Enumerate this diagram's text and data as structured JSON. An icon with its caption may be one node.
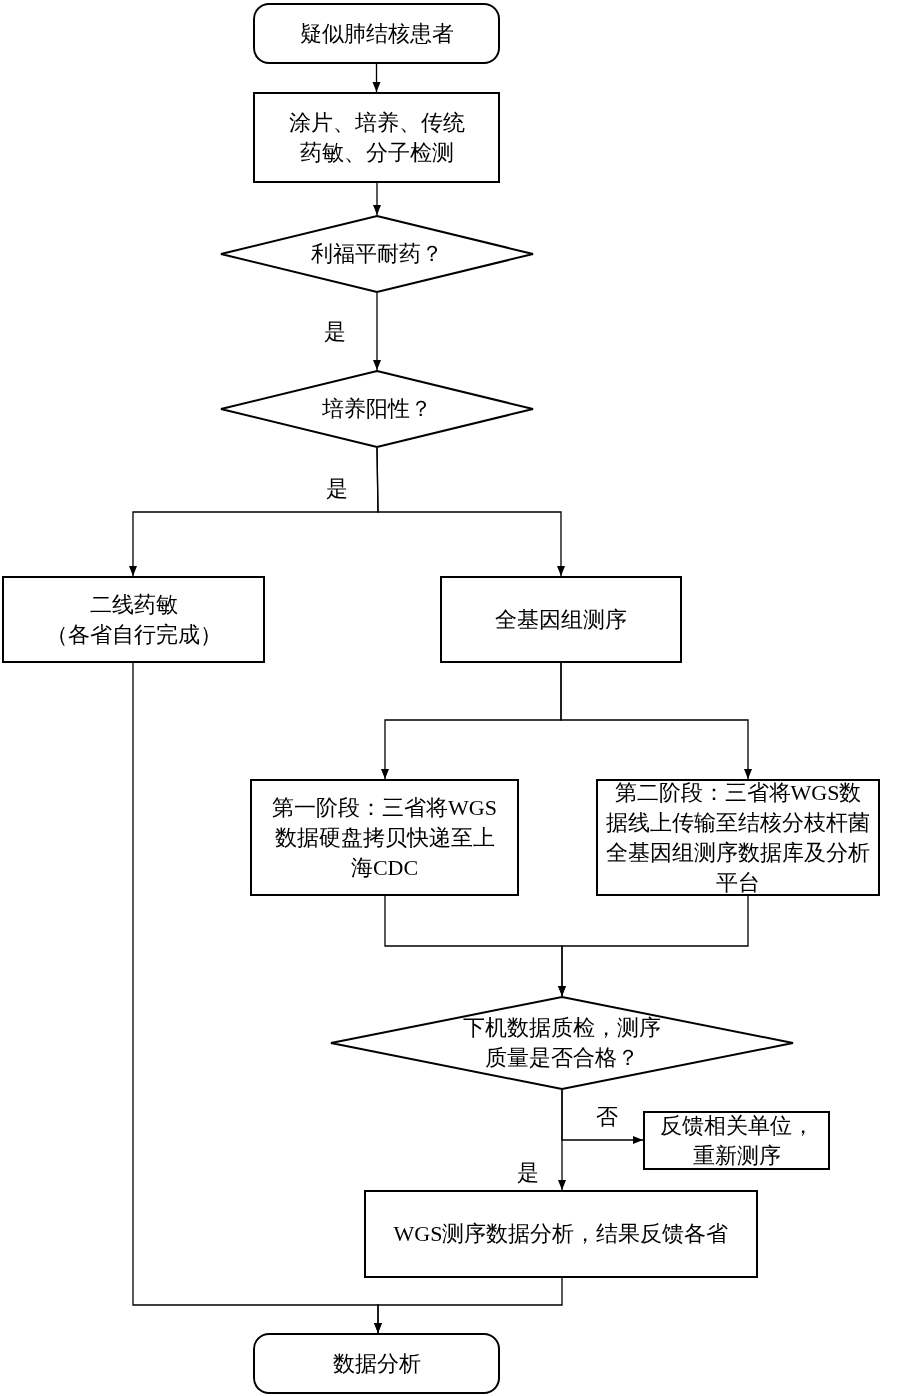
{
  "diagram": {
    "nodes": [
      {
        "text": [
          "疑似肺结核患者"
        ]
      },
      {
        "text": [
          "涂片、培养、传统药敏、分子检测"
        ]
      },
      {
        "text": [
          "利福平耐药？"
        ]
      },
      {
        "text": [
          "培养阳性？"
        ]
      },
      {
        "text": [
          "二线药敏",
          "（各省自行完成）"
        ]
      },
      {
        "text": [
          "全基因组测序"
        ]
      },
      {
        "text": [
          "第一阶段：三省将WGS数据硬盘拷贝快递至上海CDC"
        ]
      },
      {
        "text": [
          "第二阶段：三省将WGS数据线上传输至结核分枝杆菌全基因组测序数据库及分析平台"
        ]
      },
      {
        "text": [
          "下机数据质检，测序质量是否合格？"
        ]
      },
      {
        "text": [
          "反馈相关单位，重新测序"
        ]
      },
      {
        "text": [
          "WGS测序数据分析，结果反馈各省"
        ]
      },
      {
        "text": [
          "数据分析"
        ]
      }
    ],
    "edges": [
      {
        "from": 0,
        "to": 1,
        "arrow": "to"
      },
      {
        "from": 1,
        "to": 2,
        "arrow": "to"
      },
      {
        "from": 2,
        "to": 3,
        "arrow": "to",
        "label": "是"
      },
      {
        "from": 3,
        "to": 4,
        "arrow": "to",
        "label": "是"
      },
      {
        "from": 3,
        "to": 5,
        "arrow": "to"
      },
      {
        "from": 5,
        "to": 6,
        "arrow": "to"
      },
      {
        "from": 5,
        "to": 7,
        "arrow": "to"
      },
      {
        "from": 6,
        "to": 8,
        "arrow": "to"
      },
      {
        "from": 7,
        "to": 8,
        "arrow": "to"
      },
      {
        "from": 8,
        "to": 9,
        "arrow": "to",
        "label": "否"
      },
      {
        "from": 8,
        "to": 10,
        "arrow": "to",
        "label": "是"
      },
      {
        "from": 4,
        "to": 11,
        "arrow": "to"
      },
      {
        "from": 10,
        "to": 11,
        "arrow": "to"
      }
    ]
  }
}
